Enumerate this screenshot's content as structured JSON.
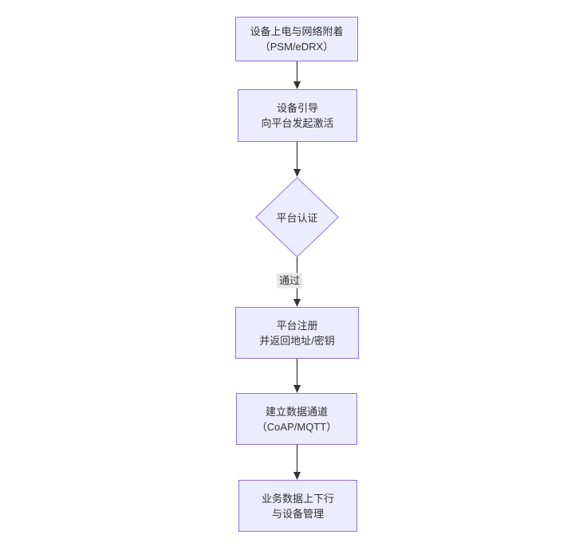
{
  "diagram": {
    "type": "flowchart",
    "direction": "top-down",
    "nodes": [
      {
        "id": "power-attach",
        "shape": "rect",
        "lines": [
          "设备上电与网络附着",
          "（PSM/eDRX）"
        ]
      },
      {
        "id": "bootstrap",
        "shape": "rect",
        "lines": [
          "设备引导",
          "向平台发起激活"
        ]
      },
      {
        "id": "platform-auth",
        "shape": "diamond",
        "lines": [
          "平台认证"
        ]
      },
      {
        "id": "platform-register",
        "shape": "rect",
        "lines": [
          "平台注册",
          "并返回地址/密钥"
        ]
      },
      {
        "id": "data-channel",
        "shape": "rect",
        "lines": [
          "建立数据通道",
          "（CoAP/MQTT）"
        ]
      },
      {
        "id": "business-data",
        "shape": "rect",
        "lines": [
          "业务数据上下行",
          "与设备管理"
        ]
      }
    ],
    "edges": [
      {
        "from": "power-attach",
        "to": "bootstrap",
        "label": ""
      },
      {
        "from": "bootstrap",
        "to": "platform-auth",
        "label": ""
      },
      {
        "from": "platform-auth",
        "to": "platform-register",
        "label": "通过"
      },
      {
        "from": "platform-register",
        "to": "data-channel",
        "label": ""
      },
      {
        "from": "data-channel",
        "to": "business-data",
        "label": ""
      }
    ],
    "colors": {
      "node_fill": "#ECECFF",
      "node_border": "#9370DB",
      "text": "#333333",
      "edge": "#333333",
      "edge_label_bg": "#e8e8e8",
      "background": "#ffffff"
    }
  }
}
